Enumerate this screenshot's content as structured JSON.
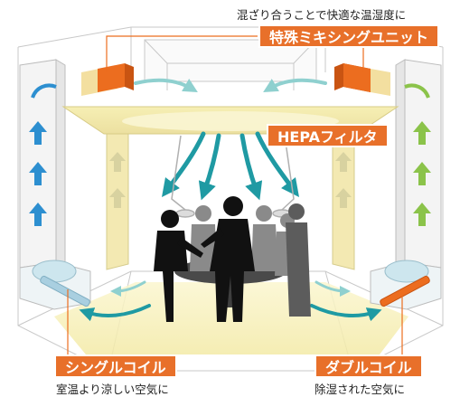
{
  "caption_top": "混ざり合うことで快適な温湿度に",
  "label_mixing_unit": "特殊ミキシングユニット",
  "label_hepa": "HEPAフィルタ",
  "label_single_coil": "シングルコイル",
  "caption_single_coil": "室温より涼しい空気に",
  "label_double_coil": "ダブルコイル",
  "caption_double_coil": "除湿された空気に",
  "colors": {
    "accent_orange": "#e8702a",
    "flow_teal": "#1f9aa3",
    "flow_blue": "#2d8fd0",
    "flow_green": "#8bc34a",
    "filter_yellow": "#f2eaa6"
  }
}
